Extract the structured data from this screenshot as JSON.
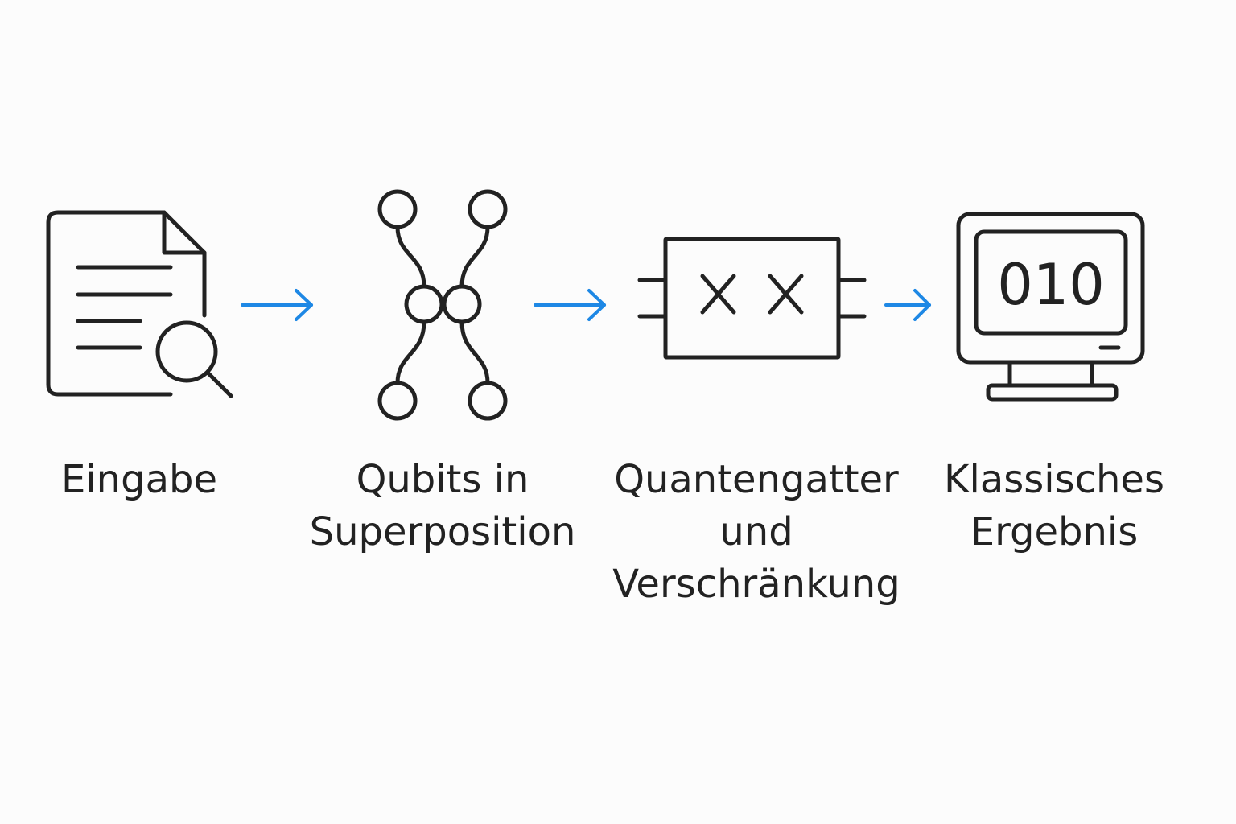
{
  "colors": {
    "arrow": "#1e88e5",
    "stroke": "#222222",
    "background": "#fcfcfc"
  },
  "steps": [
    {
      "icon": "document-search-icon",
      "label_lines": [
        "Eingabe"
      ]
    },
    {
      "icon": "qubits-superposition-icon",
      "label_lines": [
        "Qubits in",
        "Superposition"
      ]
    },
    {
      "icon": "quantum-gate-icon",
      "label_lines": [
        "Quantengatter",
        "und",
        "Verschränkung"
      ]
    },
    {
      "icon": "monitor-icon",
      "label_lines": [
        "Klassisches",
        "Ergebnis"
      ],
      "screen_text": "010"
    }
  ],
  "arrows": [
    "arrow-right-icon",
    "arrow-right-icon",
    "arrow-right-icon"
  ]
}
